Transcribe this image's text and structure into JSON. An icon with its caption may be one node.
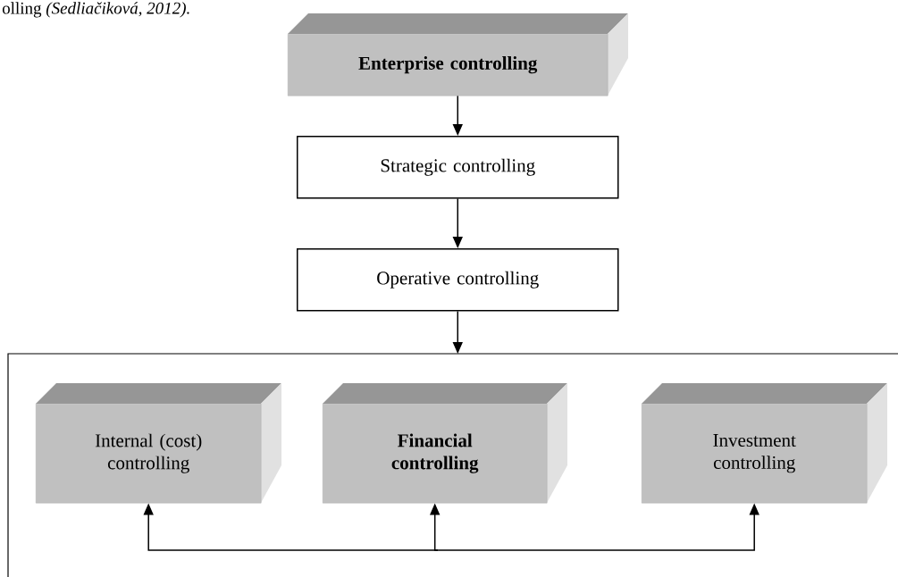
{
  "diagram": {
    "nodes": [
      {
        "text": [
          "Enterprise controlling"
        ]
      },
      {
        "text": [
          "Strategic controlling"
        ]
      },
      {
        "text": [
          "Operative controlling"
        ]
      },
      {
        "text": [],
        "shape": "box"
      },
      {
        "text": [
          "Internal (cost) controlling"
        ],
        "in": 3
      },
      {
        "text": [
          "Financial controlling"
        ],
        "in": 3
      },
      {
        "text": [
          "Investment controlling"
        ],
        "in": 3
      }
    ],
    "edges": [
      {
        "from": 0,
        "to": 1,
        "arrow": "to"
      },
      {
        "from": 1,
        "to": 2,
        "arrow": "to"
      },
      {
        "from": 2,
        "to": 3,
        "arrow": "to"
      },
      {
        "from": null,
        "to": 4,
        "arrow": "to"
      },
      {
        "from": null,
        "to": 5,
        "arrow": "to"
      },
      {
        "from": null,
        "to": 6,
        "arrow": "to"
      }
    ],
    "labels": [
      "olling *(Sedliačiková, 2012).*"
    ]
  }
}
